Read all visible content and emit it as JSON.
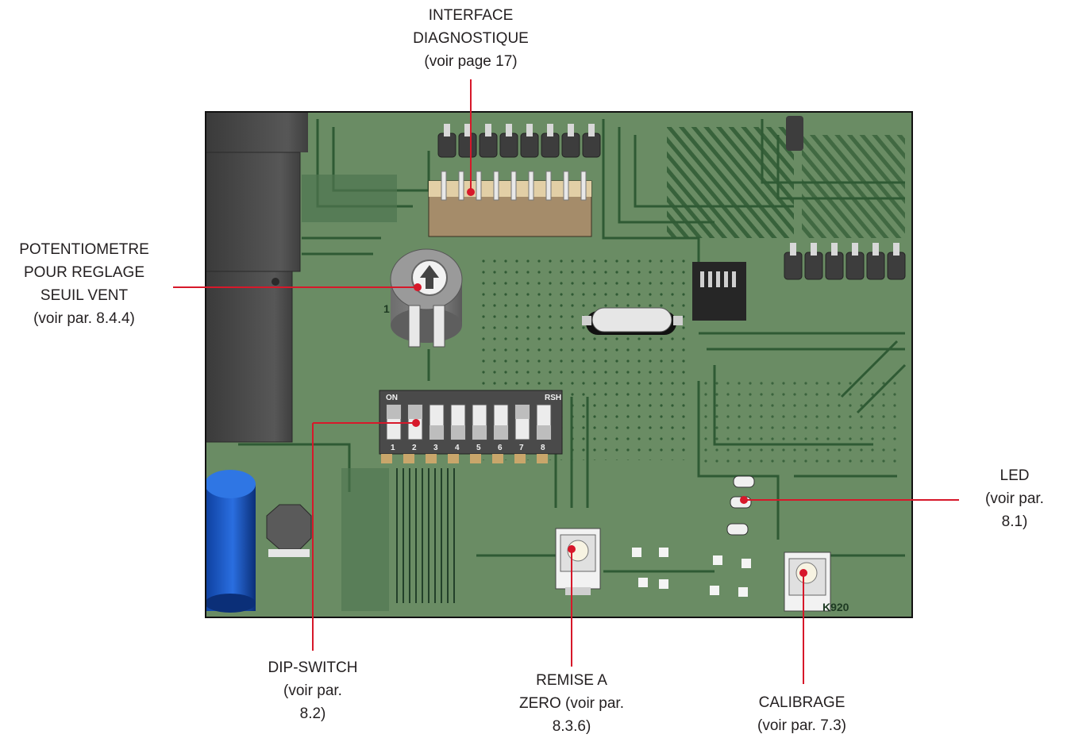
{
  "labels": {
    "interface": {
      "lines": [
        "INTERFACE",
        "DIAGNOSTIQUE",
        "(voir page 17)"
      ]
    },
    "potentiometre": {
      "lines": [
        "POTENTIOMETRE",
        "POUR REGLAGE",
        "SEUIL VENT",
        "(voir par. 8.4.4)"
      ]
    },
    "led": {
      "lines": [
        "LED",
        "(voir par.",
        "8.1)"
      ]
    },
    "dip_switch": {
      "lines": [
        "DIP-SWITCH",
        "(voir par.",
        "8.2)"
      ]
    },
    "remise_a_zero": {
      "lines": [
        "REMISE A",
        "ZERO (voir par.",
        "8.3.6)"
      ]
    },
    "calibrage": {
      "lines": [
        "CALIBRAGE",
        "(voir par. 7.3)"
      ]
    }
  },
  "board_silkscreen": {
    "dip_on": "ON",
    "dip_rsh": "RSH",
    "dip_numbers": [
      "1",
      "2",
      "3",
      "4",
      "5",
      "6",
      "7",
      "8"
    ],
    "pot_mark": "1",
    "board_id": "K920"
  },
  "colors": {
    "pcb": "#6a8c64",
    "trace": "#2f5a34",
    "callout": "#d7182a",
    "text": "#231f20"
  }
}
